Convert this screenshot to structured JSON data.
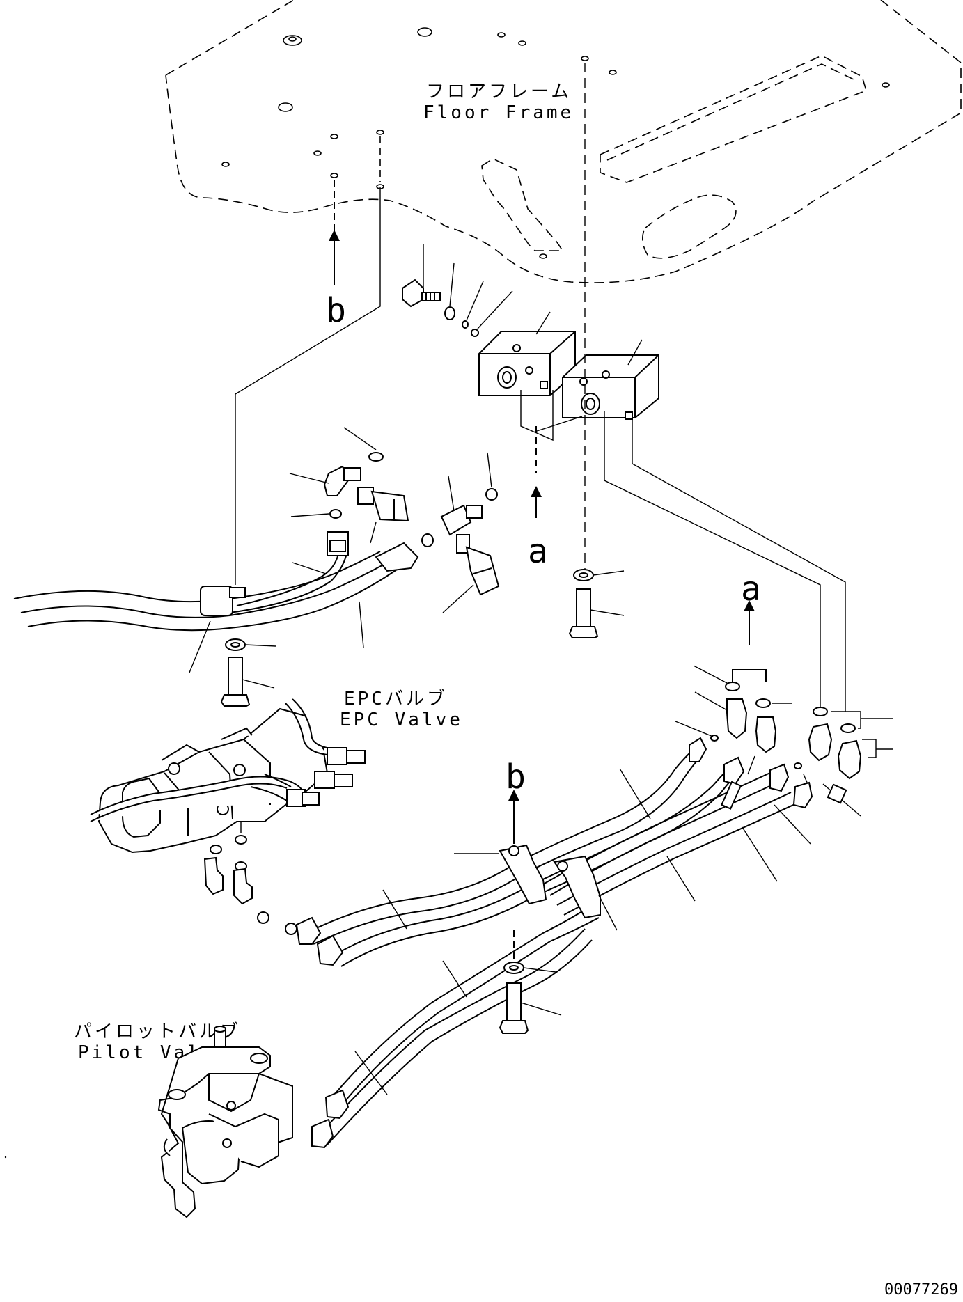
{
  "labels": {
    "floor_frame_jp": "フロアフレーム",
    "floor_frame_en": "Floor Frame",
    "epc_valve_jp": "EPCバルブ",
    "epc_valve_en": "EPC Valve",
    "pilot_valve_jp": "パイロットバルブ",
    "pilot_valve_en": "Pilot Valve"
  },
  "view_markers": {
    "b_top": "b",
    "a_center": "a",
    "a_right": "a",
    "b_bottom": "b"
  },
  "drawing_number": "00077269"
}
